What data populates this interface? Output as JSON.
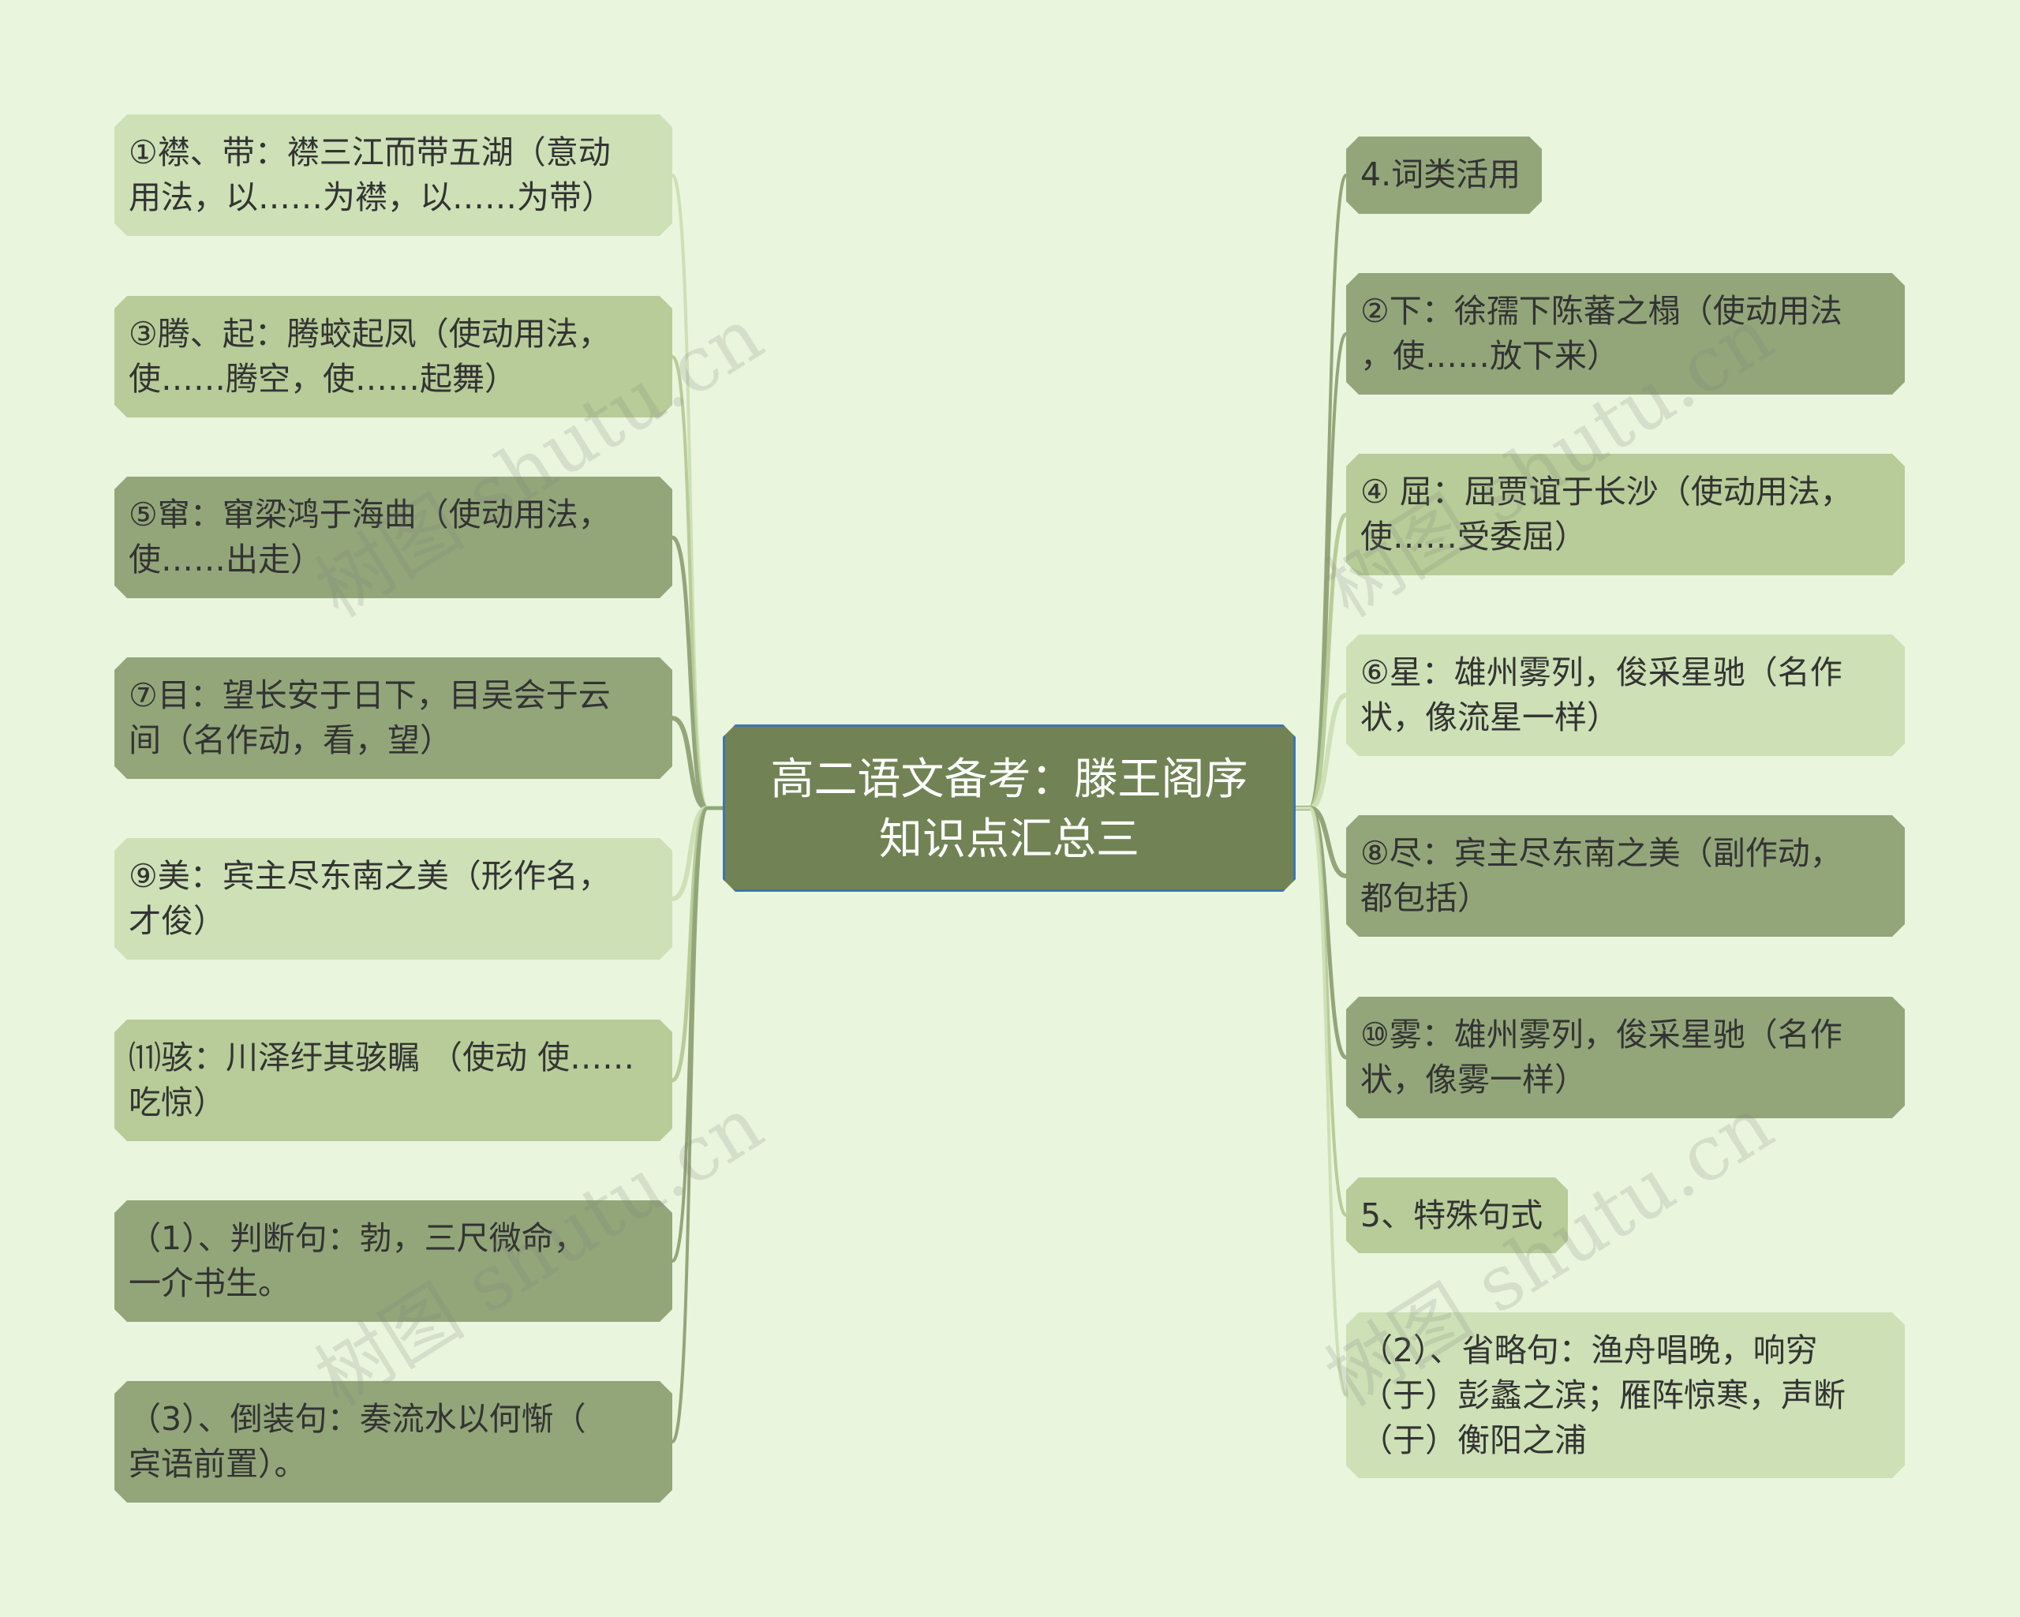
{
  "center": {
    "line1": "高二语文备考：滕王阁序",
    "line2": "知识点汇总三"
  },
  "left": [
    {
      "line1": "①襟、带：襟三江而带五湖（意动",
      "line2": "用法，以……为襟，以……为带）"
    },
    {
      "line1": "③腾、起：腾蛟起凤（使动用法，",
      "line2": "使……腾空，使……起舞）"
    },
    {
      "line1": "⑤窜：窜梁鸿于海曲（使动用法，",
      "line2": "使……出走）"
    },
    {
      "line1": "⑦目：望长安于日下，目吴会于云",
      "line2": "间（名作动，看，望）"
    },
    {
      "line1": "⑨美：宾主尽东南之美（形作名，",
      "line2": "才俊）"
    },
    {
      "line1": "⑾骇：川泽纡其骇瞩 （使动 使……",
      "line2": "吃惊）"
    },
    {
      "line1": "（1）、判断句：勃，三尺微命，",
      "line2": "一介书生。"
    },
    {
      "line1": "（3）、倒装句：奏流水以何惭（",
      "line2": "宾语前置）。"
    }
  ],
  "right": [
    {
      "line1": "4.词类活用"
    },
    {
      "line1": "②下：徐孺下陈蕃之榻（使动用法",
      "line2": "，使……放下来）"
    },
    {
      "line1": "④ 屈：屈贾谊于长沙（使动用法，",
      "line2": "使……受委屈）"
    },
    {
      "line1": "⑥星：雄州雾列，俊采星驰（名作",
      "line2": "状，像流星一样）"
    },
    {
      "line1": "⑧尽：宾主尽东南之美（副作动，",
      "line2": "都包括）"
    },
    {
      "line1": "⑩雾：雄州雾列，俊采星驰（名作",
      "line2": "状，像雾一样）"
    },
    {
      "line1": "5、特殊句式"
    },
    {
      "line1": "（2）、省略句：渔舟唱晚，响穷",
      "line2": "（于）彭蠡之滨；雁阵惊寒，声断",
      "line3": "（于）衡阳之浦"
    }
  ],
  "watermark": "树图 shutu.cn",
  "colors": {
    "background": "#e9f5dd",
    "center": "#718354",
    "center_border": "#3f74b3",
    "light": "#cde0b6",
    "mid": "#b7cc98",
    "dark": "#93a67a"
  }
}
